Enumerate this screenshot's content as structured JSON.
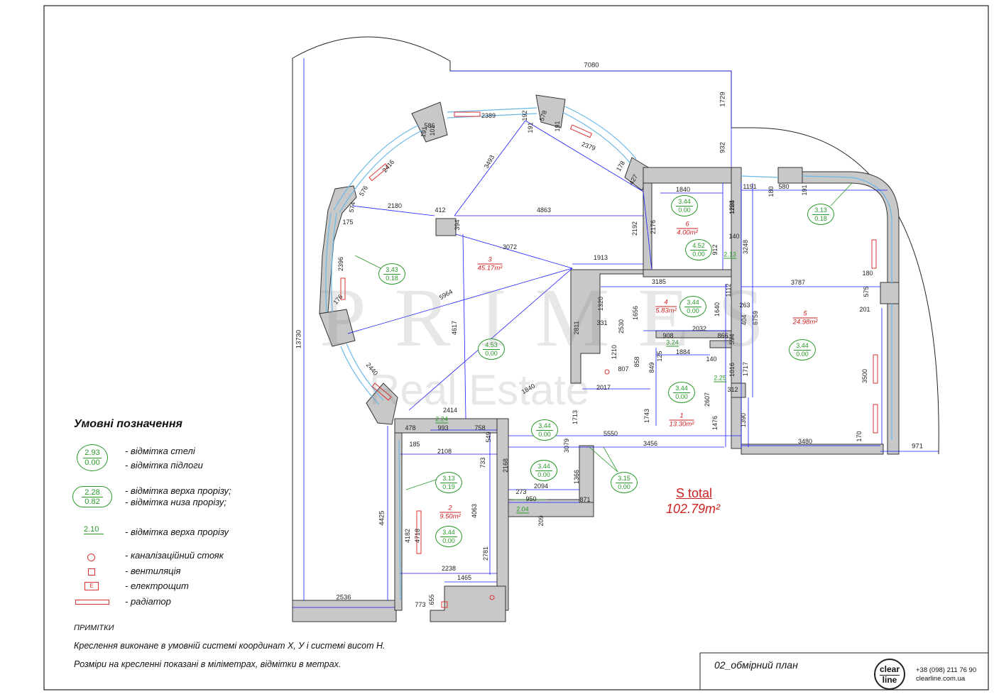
{
  "colors": {
    "wall": "#c8c8c8",
    "wall_stroke": "#333333",
    "dimension": "#1a1aff",
    "elevation": "#2a9a2a",
    "area": "#cc2222",
    "window": "#6ab8e8",
    "watermark": "#888888"
  },
  "top_dimensions": {
    "overall_width": "7080",
    "offset_1729": "1729",
    "offset_932": "932",
    "height_13730": "13730",
    "left_4425": "4425",
    "bottom_2536": "2536",
    "right_971": "971"
  },
  "dimensions": [
    "2389",
    "192",
    "578",
    "2379",
    "3493",
    "586",
    "2416",
    "191",
    "576",
    "574",
    "175",
    "2180",
    "412",
    "4863",
    "394",
    "2192",
    "3072",
    "1913",
    "2396",
    "5964",
    "4617",
    "2811",
    "176",
    "2440",
    "1840",
    "2414",
    "2.24",
    "478",
    "993",
    "758",
    "549",
    "185",
    "2108",
    "733",
    "4063",
    "2781",
    "4182",
    "4718",
    "2238",
    "1465",
    "773",
    "655",
    "2168",
    "273",
    "2094",
    "871",
    "950",
    "209",
    "2.04",
    "1366",
    "1713",
    "3079",
    "5550",
    "3456",
    "1840",
    "1188",
    "2176",
    "1224",
    "140",
    "912",
    "3248",
    "1191",
    "580",
    "191",
    "180",
    "3185",
    "1320",
    "1656",
    "331",
    "2530",
    "1210",
    "807",
    "858",
    "849",
    "125",
    "908",
    "2032",
    "866",
    "1884",
    "140",
    "1640",
    "1112",
    "263",
    "404",
    "6759",
    "594",
    "1016",
    "312",
    "1717",
    "1743",
    "2607",
    "1476",
    "2017",
    "1390",
    "3480",
    "170",
    "3787",
    "575",
    "201",
    "180",
    "3500",
    "2.13",
    "2.25",
    "3.24",
    "178",
    "191",
    "101",
    "191",
    "427"
  ],
  "rooms": [
    {
      "id": "1",
      "number": "1",
      "area": "13.30m²"
    },
    {
      "id": "2",
      "number": "2",
      "area": "9.50m²"
    },
    {
      "id": "3",
      "number": "3",
      "area": "45.17m²"
    },
    {
      "id": "4",
      "number": "4",
      "area": "5.83m²"
    },
    {
      "id": "5",
      "number": "5",
      "area": "24.98m²"
    },
    {
      "id": "6",
      "number": "6",
      "area": "4.00m²"
    }
  ],
  "elevations": [
    {
      "top": "3.44",
      "bottom": "0.00"
    },
    {
      "top": "3.13",
      "bottom": "0.18"
    },
    {
      "top": "3.43",
      "bottom": "0.18"
    },
    {
      "top": "4.52",
      "bottom": "0.00"
    },
    {
      "top": "3.44",
      "bottom": "0.00"
    },
    {
      "top": "4.53",
      "bottom": "0.00"
    },
    {
      "top": "3.44",
      "bottom": "0.00"
    },
    {
      "top": "3.44",
      "bottom": "0.00"
    },
    {
      "top": "3.44",
      "bottom": "0.00"
    },
    {
      "top": "3.44",
      "bottom": "0.00"
    },
    {
      "top": "3.44",
      "bottom": "0.00"
    },
    {
      "top": "3.15",
      "bottom": "0.00"
    },
    {
      "top": "3.13",
      "bottom": "0.19"
    },
    {
      "top": "3.44",
      "bottom": "0.00"
    }
  ],
  "total_area": {
    "label": "S total",
    "value": "102.79m²"
  },
  "legend": {
    "title": "Умовні позначення",
    "ceiling_sample": {
      "top": "2.93",
      "bottom": "0.00"
    },
    "ceiling_line1": "-  відмітка стелі",
    "ceiling_line2": "-  відмітка підлоги",
    "opening_sample": {
      "top": "2.28",
      "bottom": "0.82"
    },
    "opening_line1": "- відмітка верха прорізу;",
    "opening_line2": "- відмітка низа прорізу;",
    "opening_top_sample": "2.10",
    "opening_top_line": "- відмітка верха прорізу",
    "sewer": "- каналізаційний стояк",
    "vent": "- вентиляція",
    "panel_letter": "E",
    "panel": "- електрощит",
    "radiator": "- радіатор"
  },
  "notes": {
    "title": "ПРИМІТКИ",
    "line1": "Креслення виконане в умовній системі координат Х, У і системі висот Н.",
    "line2": "Розміри на кресленні показані в міліметрах, відмітки в метрах."
  },
  "title_block": {
    "sheet_title": "02_обмірний план",
    "logo_top": "clear",
    "logo_bottom": "line",
    "phone": "+38 (098) 211 76 90",
    "website": "clearline.com.ua"
  },
  "watermark": {
    "line1": "PRIMES",
    "line2": "Real Estate"
  }
}
